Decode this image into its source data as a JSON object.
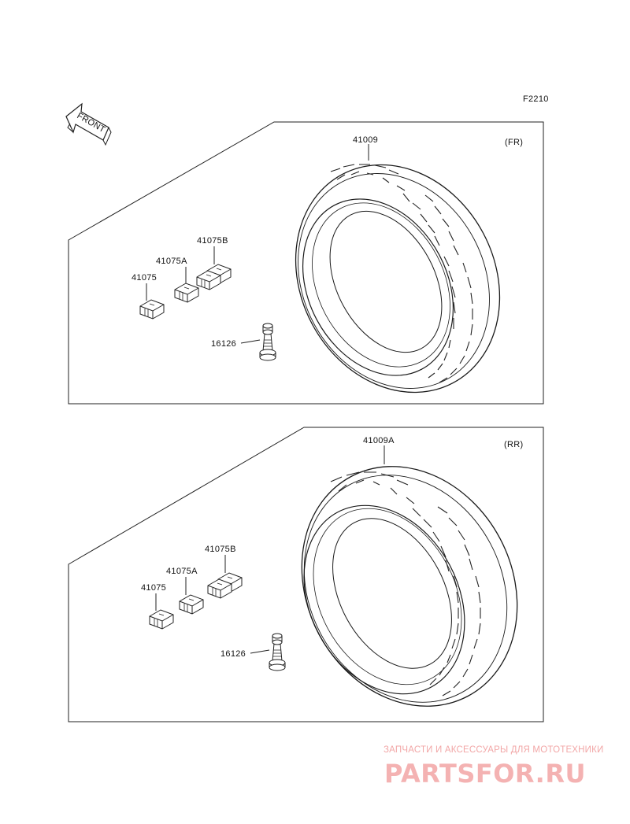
{
  "diagram_code": "F2210",
  "front_label": "FRONT",
  "panels": [
    {
      "position": "(FR)",
      "tire_part": "41009",
      "weights": [
        "41075",
        "41075A",
        "41075B"
      ],
      "valve_part": "16126"
    },
    {
      "position": "(RR)",
      "tire_part": "41009A",
      "weights": [
        "41075",
        "41075A",
        "41075B"
      ],
      "valve_part": "16126"
    }
  ],
  "watermark": {
    "tagline": "ЗАПЧАСТИ И АКСЕССУАРЫ ДЛЯ МОТОТЕХНИКИ",
    "logo": "PARTSFOR.RU"
  }
}
